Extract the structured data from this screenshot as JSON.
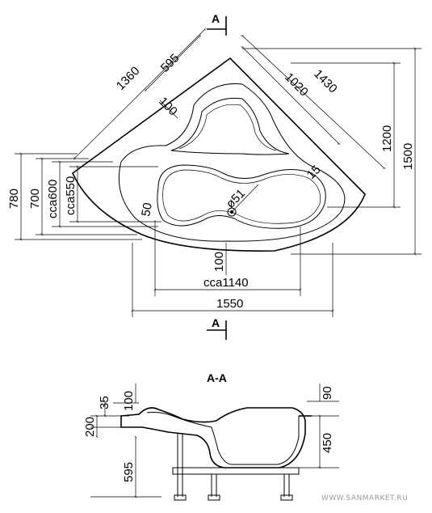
{
  "section_marker_top": "A",
  "section_marker_bottom": "A",
  "section_title": "A-A",
  "plan_dimensions": {
    "d1360": "1360",
    "d595": "595",
    "d100_top": "100",
    "d1020": "1020",
    "d1430": "1430",
    "d1200": "1200",
    "d1500": "1500",
    "d15": "15",
    "d51": "ø51",
    "d50": "50",
    "d100_bottom": "100",
    "d780": "780",
    "d700": "700",
    "dcca600": "cca600",
    "dcca550": "cca550",
    "dcca1140": "cca1140",
    "d1550": "1550"
  },
  "section_dimensions": {
    "d35": "35",
    "d100": "100",
    "d200": "200",
    "d595": "595",
    "d90": "90",
    "d450": "450"
  },
  "watermark": "WWW.SANMARKET.RU"
}
